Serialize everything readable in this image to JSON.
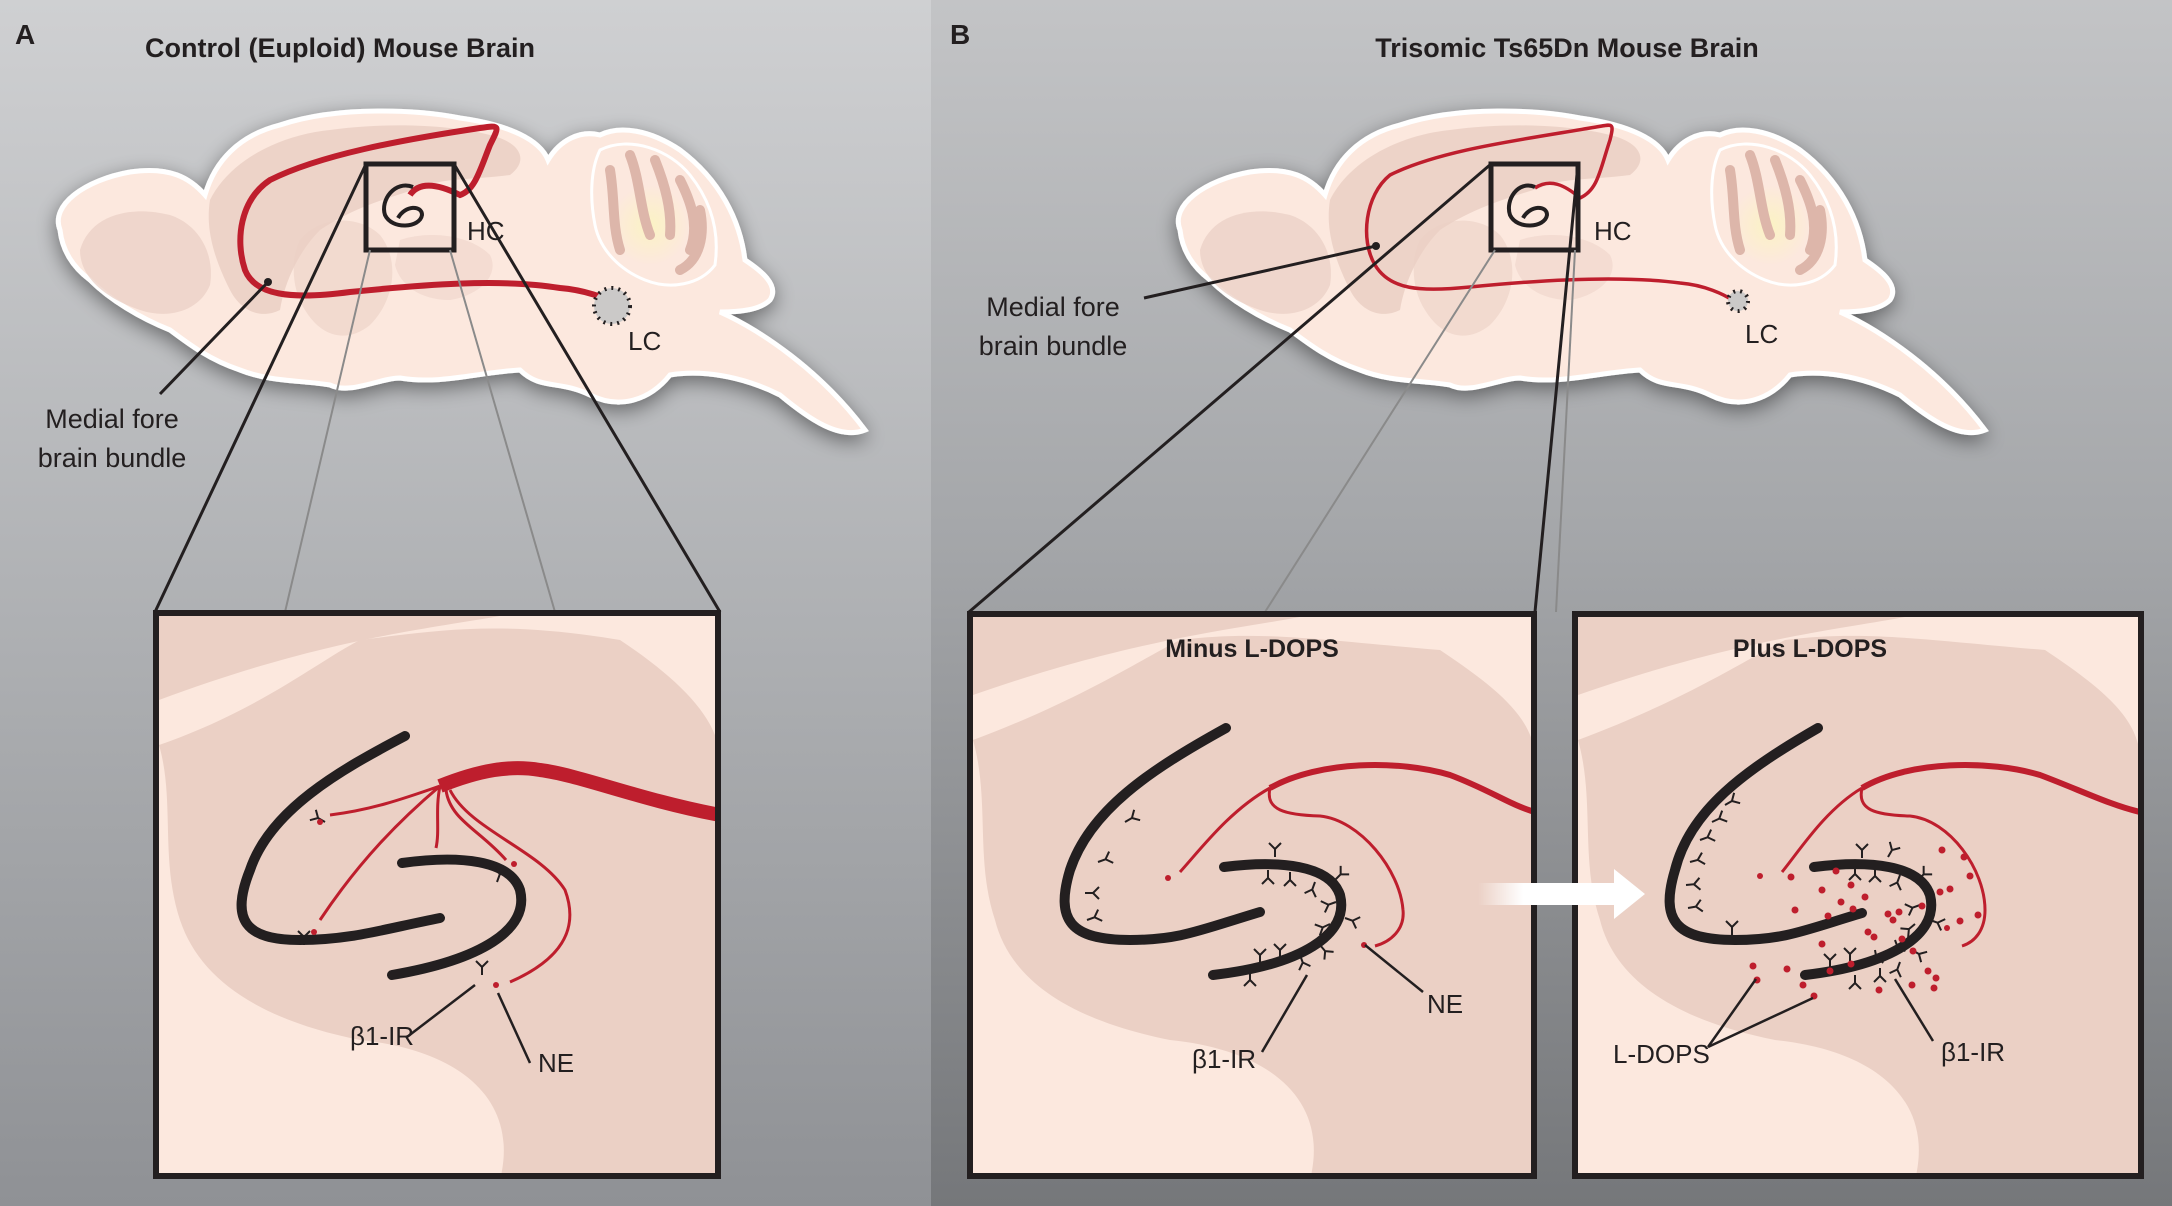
{
  "panels": [
    {
      "letter": "A",
      "title": "Control (Euploid) Mouse Brain",
      "labels": {
        "hc": "HC",
        "lc": "LC",
        "mfb_line1": "Medial fore",
        "mfb_line2": "brain bundle"
      },
      "inset": {
        "title": "",
        "receptor_label": "β1-IR",
        "ne_label": "NE"
      }
    },
    {
      "letter": "B",
      "title": "Trisomic Ts65Dn Mouse Brain",
      "labels": {
        "hc": "HC",
        "lc": "LC",
        "mfb_line1": "Medial fore",
        "mfb_line2": "brain bundle"
      },
      "insets": [
        {
          "title": "Minus L-DOPS",
          "receptor_label": "β1-IR",
          "ne_label": "NE"
        },
        {
          "title": "Plus L-DOPS",
          "receptor_label": "β1-IR",
          "drug_label": "L-DOPS"
        }
      ]
    }
  ],
  "colors": {
    "fiber": "#be1e2d",
    "hippocampus": "#231f20",
    "brain": "#fce8de",
    "region": "#ebd0c5"
  }
}
